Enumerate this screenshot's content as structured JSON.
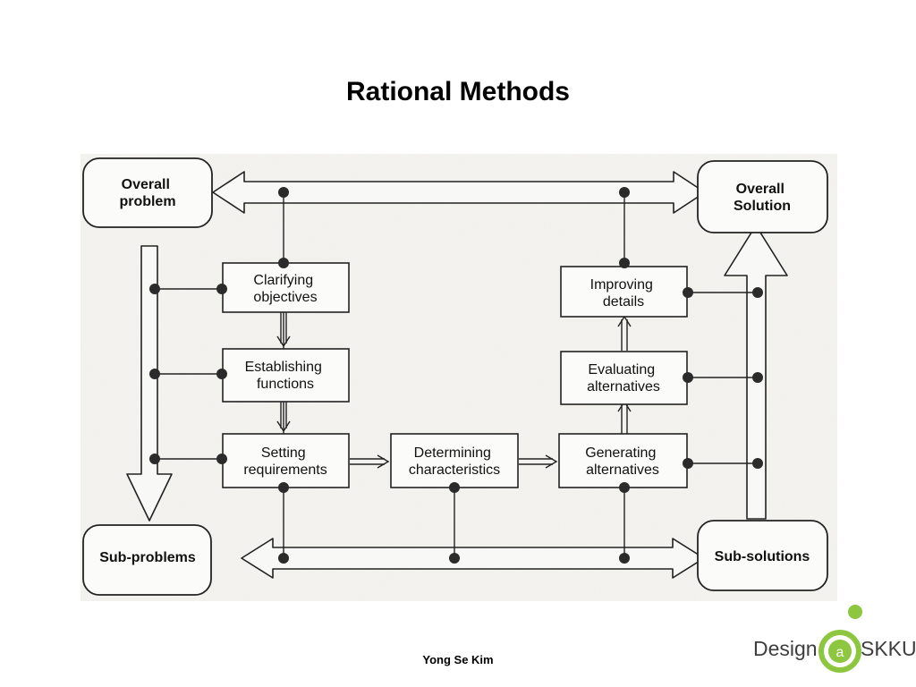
{
  "title": "Rational Methods",
  "diagram": {
    "nodes": {
      "overall_problem": [
        "Overall",
        "problem"
      ],
      "overall_solution": [
        "Overall",
        "Solution"
      ],
      "sub_problems": [
        "Sub-problems"
      ],
      "sub_solutions": [
        "Sub-solutions"
      ],
      "clarifying_objectives": [
        "Clarifying",
        "objectives"
      ],
      "establishing_functions": [
        "Establishing",
        "functions"
      ],
      "setting_requirements": [
        "Setting",
        "requirements"
      ],
      "determining_characteristics": [
        "Determining",
        "characteristics"
      ],
      "generating_alternatives": [
        "Generating",
        "alternatives"
      ],
      "evaluating_alternatives": [
        "Evaluating",
        "alternatives"
      ],
      "improving_details": [
        "Improving",
        "details"
      ]
    }
  },
  "footer": {
    "author": "Yong Se Kim",
    "logo": {
      "word": "Design",
      "mark": "a",
      "suffix": "SKKU",
      "mark_color": "#8dc63f",
      "text_color": "#3e3e3e"
    }
  }
}
